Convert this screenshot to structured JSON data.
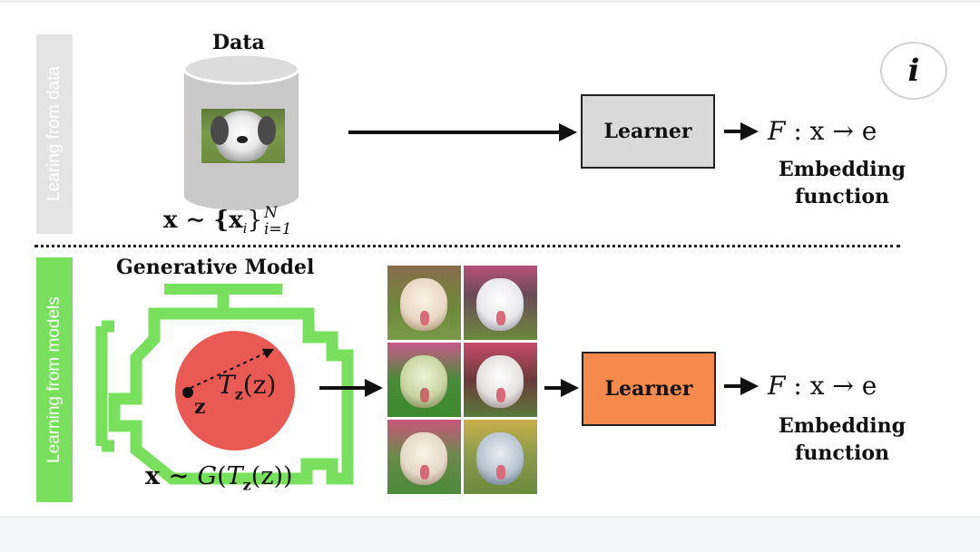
{
  "sections": {
    "data": {
      "side_label": "Learing from data",
      "title": "Data",
      "sample_prefix": "x ∼ {x",
      "sample_sub_i": "i",
      "sample_close": "}",
      "sample_sup": "N",
      "sample_sub": "i=1",
      "learner_label": "Learner",
      "mapping_F": "F",
      "mapping_rest": " : x → e",
      "embedding_line1": "Embedding",
      "embedding_line2": "function"
    },
    "models": {
      "side_label": "Learning from models",
      "title": "Generative Model",
      "z_label": "z",
      "transform_T": "T",
      "transform_sub": "z",
      "transform_arg": "(z)",
      "sample_prefix": "x ∼ ",
      "sample_G": "G",
      "sample_open": "(",
      "sample_T": "T",
      "sample_sub": "z",
      "sample_close": "(z))",
      "learner_label": "Learner",
      "mapping_F": "F",
      "mapping_rest": " : x → e",
      "embedding_line1": "Embedding",
      "embedding_line2": "function"
    }
  },
  "info_icon_glyph": "i",
  "colors": {
    "learner_data": "#d9d9d9",
    "learner_models": "#f58a4c",
    "engine_green": "#78e05c",
    "latent_circle": "#ea5a55",
    "side_data_bg": "#e4e4e4",
    "side_models_bg": "#78e05c"
  },
  "icons": [
    "database-icon",
    "engine-icon",
    "info-icon"
  ]
}
